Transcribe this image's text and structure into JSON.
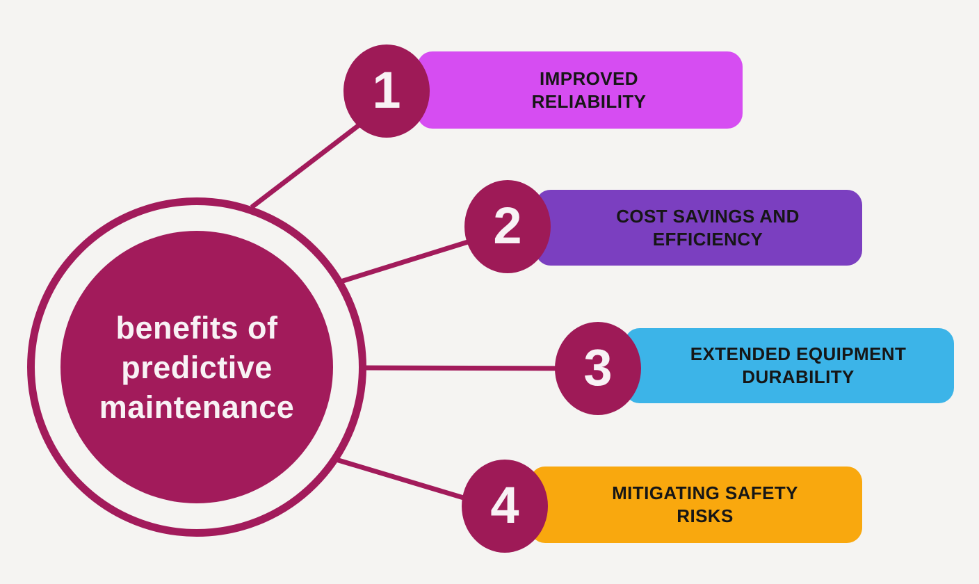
{
  "background_color": "#F5F4F2",
  "accent_color": "#A21B5B",
  "center": {
    "title": "benefits of predictive maintenance",
    "title_lines": [
      "benefits of",
      "predictive",
      "maintenance"
    ],
    "circle_color": "#A21B5B",
    "ring_color": "#A21B5B",
    "text_color": "#F8F2F5"
  },
  "items": [
    {
      "number": "1",
      "label": "IMPROVED RELIABILITY",
      "line1": "IMPROVED",
      "line2": "RELIABILITY",
      "bar_color": "#D64DF2",
      "badge_color": "#9E1A57",
      "text_color": "#161616"
    },
    {
      "number": "2",
      "label": "COST SAVINGS AND EFFICIENCY",
      "line1": "COST SAVINGS AND",
      "line2": "EFFICIENCY",
      "bar_color": "#7B3FC0",
      "badge_color": "#9E1A57",
      "text_color": "#161616"
    },
    {
      "number": "3",
      "label": "EXTENDED EQUIPMENT DURABILITY",
      "line1": "EXTENDED EQUIPMENT",
      "line2": "DURABILITY",
      "bar_color": "#3CB4E8",
      "badge_color": "#9E1A57",
      "text_color": "#161616"
    },
    {
      "number": "4",
      "label": "MITIGATING SAFETY RISKS",
      "line1": "MITIGATING SAFETY",
      "line2": "RISKS",
      "bar_color": "#F9A80E",
      "badge_color": "#9E1A57",
      "text_color": "#161616"
    }
  ]
}
